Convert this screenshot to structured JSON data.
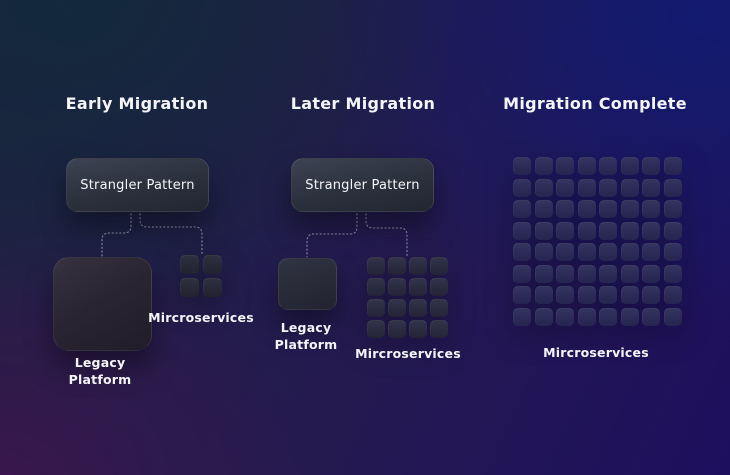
{
  "colors": {
    "bg_top_left": "#13293b",
    "bg_top_right": "#121a70",
    "bg_bottom_left": "#3a164d",
    "bg_bottom_right": "#1e0f5e",
    "text": "#f4f5f9",
    "connector": "#aab1c4"
  },
  "columns": [
    {
      "title": "Early Migration",
      "strangler_label": "Strangler Pattern",
      "legacy_label": "Legacy Platform",
      "micro_label": "Mircroservices",
      "micro_grid": {
        "rows": 2,
        "cols": 2
      }
    },
    {
      "title": "Later Migration",
      "strangler_label": "Strangler Pattern",
      "legacy_label": "Legacy Platform",
      "micro_label": "Mircroservices",
      "micro_grid": {
        "rows": 4,
        "cols": 4
      }
    },
    {
      "title": "Migration Complete",
      "micro_label": "Mircroservices",
      "micro_grid": {
        "rows": 8,
        "cols": 8
      }
    }
  ]
}
